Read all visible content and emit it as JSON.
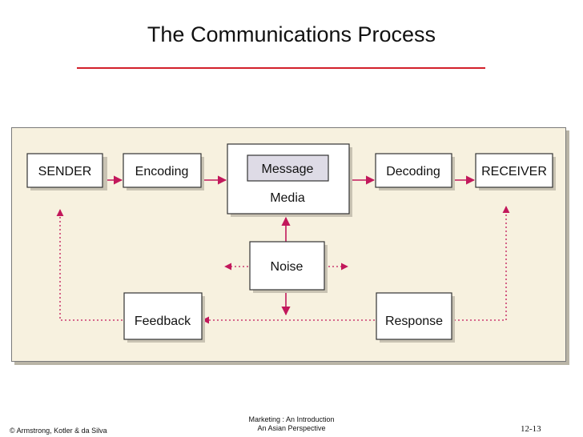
{
  "slide": {
    "title": "The Communications Process"
  },
  "diagram": {
    "sender": "SENDER",
    "encoding": "Encoding",
    "message": "Message",
    "media": "Media",
    "decoding": "Decoding",
    "receiver": "RECEIVER",
    "noise": "Noise",
    "feedback": "Feedback",
    "response": "Response"
  },
  "colors": {
    "title_rule": "#d2202a",
    "arrows": "#c2185b",
    "panel_background": "#f7f1df"
  },
  "footer": {
    "copyright": "© Armstrong, Kotler & da Silva",
    "book_line1": "Marketing : An Introduction",
    "book_line2": "An Asian Perspective",
    "page": "12-13"
  }
}
